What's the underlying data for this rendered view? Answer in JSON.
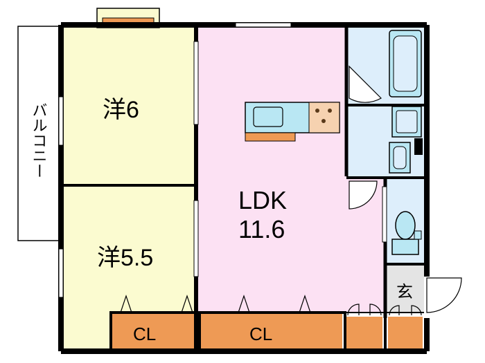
{
  "rooms": {
    "western_6": {
      "label": "洋6"
    },
    "western_5_5": {
      "label": "洋5.5"
    },
    "ldk": {
      "label": "LDK",
      "size": "11.6"
    },
    "closet_left": {
      "label": "CL"
    },
    "closet_center": {
      "label": "CL"
    },
    "entrance": {
      "label": "玄"
    },
    "balcony": {
      "label": "バルコニー"
    }
  },
  "colors": {
    "western": "#fbfbd0",
    "ldk": "#fce1f3",
    "wet_area": "#ddeefb",
    "closet": "#ee9a55",
    "entrance": "#e4e4e4",
    "balcony": "#ffffff",
    "fixture": "#b9e7f3",
    "wall": "#000000"
  }
}
